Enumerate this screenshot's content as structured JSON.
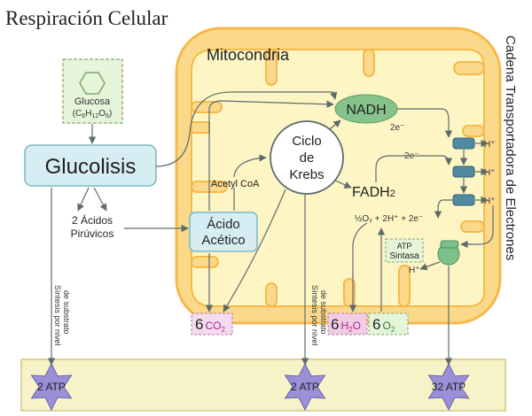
{
  "title": "Respiración Celular",
  "mitochondria_label": "Mitocondria",
  "etc_label": "Cadena Transportadora de Electrones",
  "glucose": {
    "name": "Glucosa",
    "formula_open": "(C",
    "c_sub": "6",
    "h": "H",
    "h_sub": "12",
    "o": "O",
    "o_sub": "6",
    "formula_close": ")"
  },
  "glycolysis": "Glucolisis",
  "pyruvic": {
    "line1": "2 Ácidos",
    "line2": "Pirúvicos"
  },
  "acetic": {
    "line1": "Ácido",
    "line2": "Acético"
  },
  "acetyl_coa": "Acetyl CoA",
  "krebs": {
    "line1": "Ciclo",
    "line2": "de",
    "line3": "Krebs"
  },
  "nadh": "NADH",
  "fadh": {
    "main": "FADH",
    "sub": "2"
  },
  "electrons_top": "2e⁻",
  "electrons_mid": "2e⁻",
  "hplus_1": "H⁺",
  "hplus_2": "H⁺",
  "hplus_3": "H⁺",
  "hplus_4": "H⁺",
  "water_reaction": "½O₂ + 2H⁺ + 2e⁻",
  "atp_synthase": {
    "line1": "ATP",
    "line2": "Sintasa"
  },
  "co2": {
    "coef": "6",
    "main": "CO",
    "sub": "2"
  },
  "h2o": {
    "coef": "6",
    "h": "H",
    "sub": "2",
    "o": "O"
  },
  "o2": {
    "coef": "6",
    "main": "O",
    "sub": "2"
  },
  "substrate_label": {
    "line1": "Síntesis por nivel",
    "line2": "de substrato"
  },
  "atp_left": "2 ATP",
  "atp_mid": "2 ATP",
  "atp_right": "32 ATP",
  "colors": {
    "mito_fill": "#fbd98b",
    "mito_stroke": "#f6b94a",
    "matrix_fill": "#fdf6c4",
    "glyco_fill": "#d6eef3",
    "glyco_stroke": "#7bb7c4",
    "nadh_fill": "#86c38b",
    "pump_fill": "#4f8aa0",
    "synthase_fill": "#7cc08a",
    "bottom_fill": "#f7f3c8",
    "star_fill": "#9b8fd6",
    "co2_fill": "#f4dbee",
    "h2o_fill": "#f1cde4",
    "o2_fill": "#e6f5da",
    "arrow": "#5f6b6b"
  }
}
